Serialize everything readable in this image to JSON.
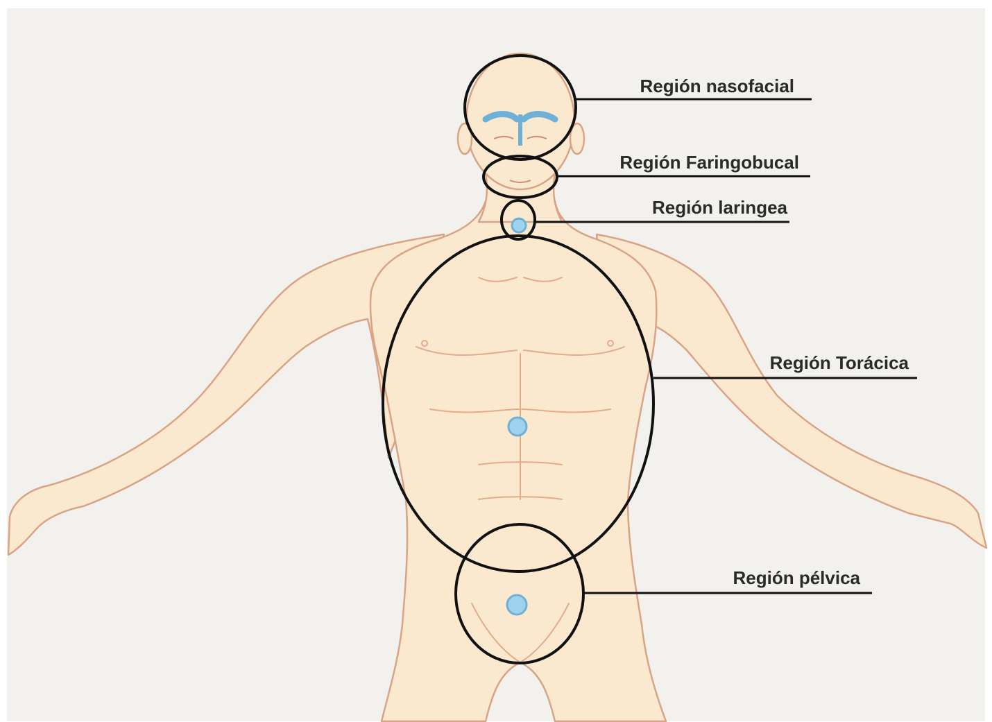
{
  "colors": {
    "paper": "#f2f1ee",
    "skin": "#fbe9cf",
    "skin_shadow": "#f2c9a4",
    "outline": "#d9a486",
    "circle_stroke": "#111111",
    "marker_fill": "#9fd2ec",
    "marker_stroke": "#6fb0d6",
    "label_text": "#2a2a2a"
  },
  "regions": [
    {
      "id": "nasofacial",
      "label": "Región nasofacial"
    },
    {
      "id": "faringobucal",
      "label": "Región Faringobucal"
    },
    {
      "id": "laringea",
      "label": "Región laringea"
    },
    {
      "id": "toracica",
      "label": "Región Torácica"
    },
    {
      "id": "pelvica",
      "label": "Región pélvica"
    }
  ]
}
